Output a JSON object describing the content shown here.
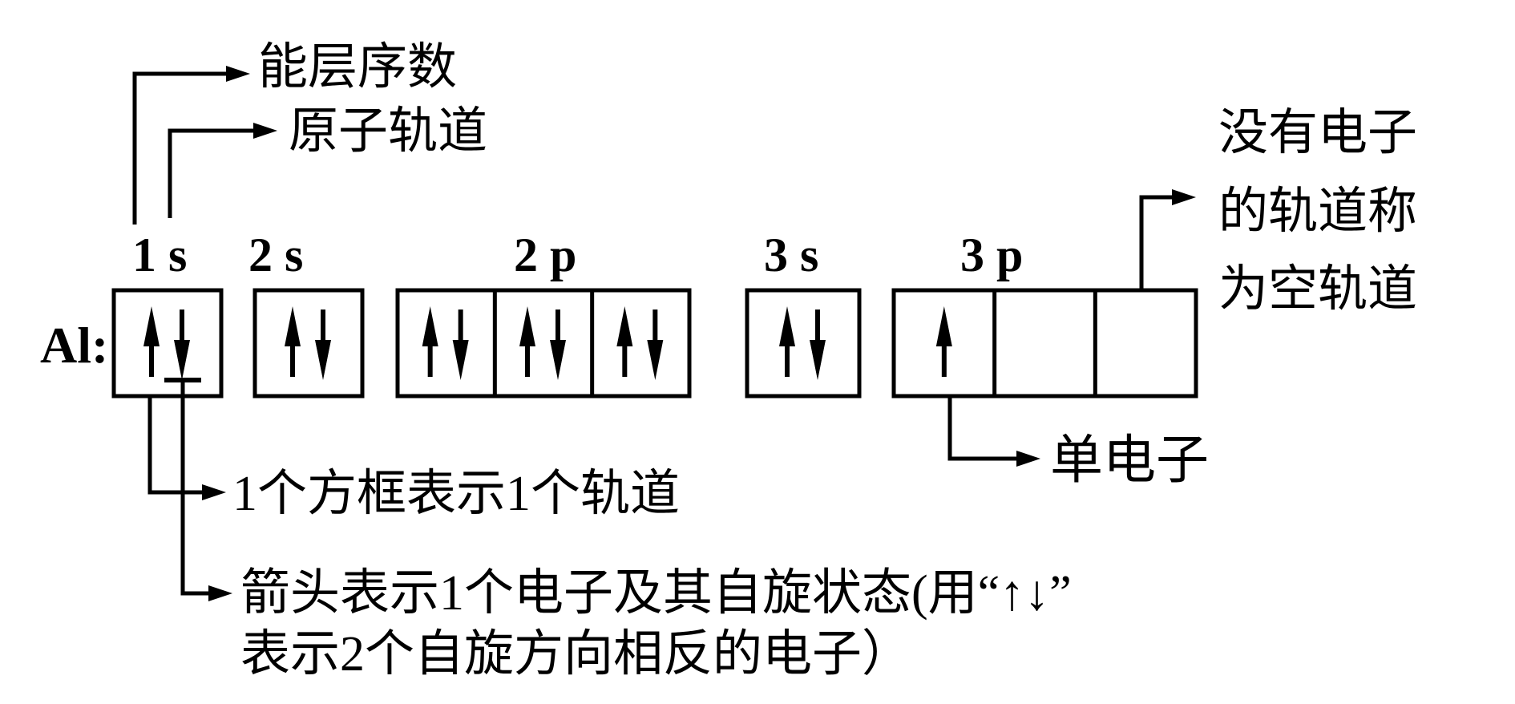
{
  "figure": {
    "element_label": "Al:",
    "subshells": [
      {
        "label": "1 s",
        "boxes": [
          [
            "up",
            "down"
          ]
        ]
      },
      {
        "label": "2 s",
        "boxes": [
          [
            "up",
            "down"
          ]
        ]
      },
      {
        "label": "2 p",
        "boxes": [
          [
            "up",
            "down"
          ],
          [
            "up",
            "down"
          ],
          [
            "up",
            "down"
          ]
        ]
      },
      {
        "label": "3 s",
        "boxes": [
          [
            "up",
            "down"
          ]
        ]
      },
      {
        "label": "3 p",
        "boxes": [
          [
            "up"
          ],
          [],
          []
        ]
      }
    ]
  },
  "annotations": {
    "energy_level": "能层序数",
    "atomic_orbital": "原子轨道",
    "box_meaning": "1个方框表示1个轨道",
    "arrow_meaning_line1": "箭头表示1个电子及其自旋状态(用“↑↓”",
    "arrow_meaning_line2": "表示2个自旋方向相反的电子）",
    "single_electron": "单电子",
    "empty_orbital_line1": "没有电子",
    "empty_orbital_line2": "的轨道称",
    "empty_orbital_line3": "为空轨道"
  },
  "colors": {
    "ink": "#000000",
    "background": "#ffffff"
  }
}
